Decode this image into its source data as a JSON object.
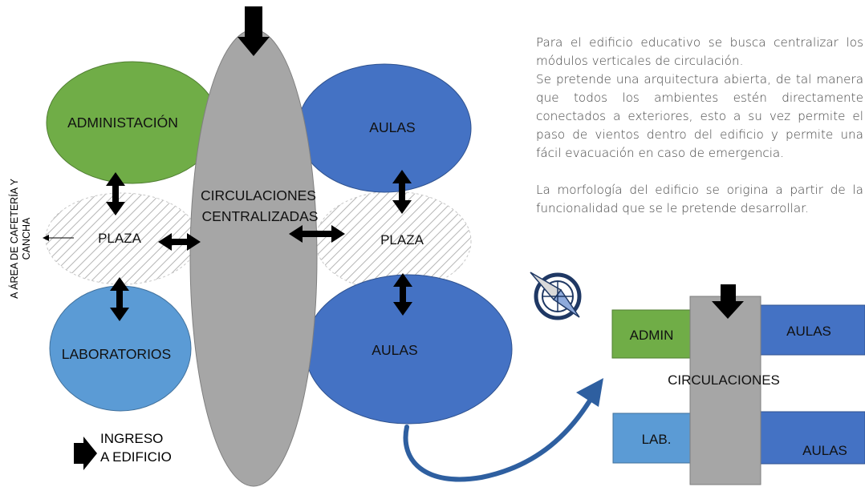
{
  "labels": {
    "administracion": "ADMINISTACIÓN",
    "aulas_top": "AULAS",
    "aulas_bottom": "AULAS",
    "laboratorios": "LABORATORIOS",
    "circulaciones_line1": "CIRCULACIONES",
    "circulaciones_line2": "CENTRALIZADAS",
    "plaza_left": "PLAZA",
    "plaza_right": "PLAZA"
  },
  "side_label": {
    "line1": "A ÁREA DE CAFETERÍA Y",
    "line2": "CANCHA"
  },
  "legend": {
    "line1": "INGRESO",
    "line2": "A EDIFICIO"
  },
  "description": {
    "paragraph1": "Para el edificio educativo se busca centralizar los módulos verticales de circulación.",
    "paragraph2": "Se pretende una arquitectura abierta, de tal manera que todos los ambientes estén directamente conectados a exteriores, esto a su vez permite el paso de vientos dentro del edificio y permite una fácil evacuación en caso de emergencia.",
    "paragraph3": "La morfología del edificio se origina a partir de la funcionalidad que se le pretende desarrollar."
  },
  "schematic": {
    "admin": "ADMIN",
    "aulas_top": "AULAS",
    "circulaciones": "CIRCULACIONES",
    "lab": "LAB.",
    "aulas_bottom": "AULAS"
  },
  "colors": {
    "green": "#70ad47",
    "blue_dark": "#4472c4",
    "blue_light": "#5b9bd5",
    "gray": "#a6a6a6",
    "curve": "#2e5fa0"
  }
}
